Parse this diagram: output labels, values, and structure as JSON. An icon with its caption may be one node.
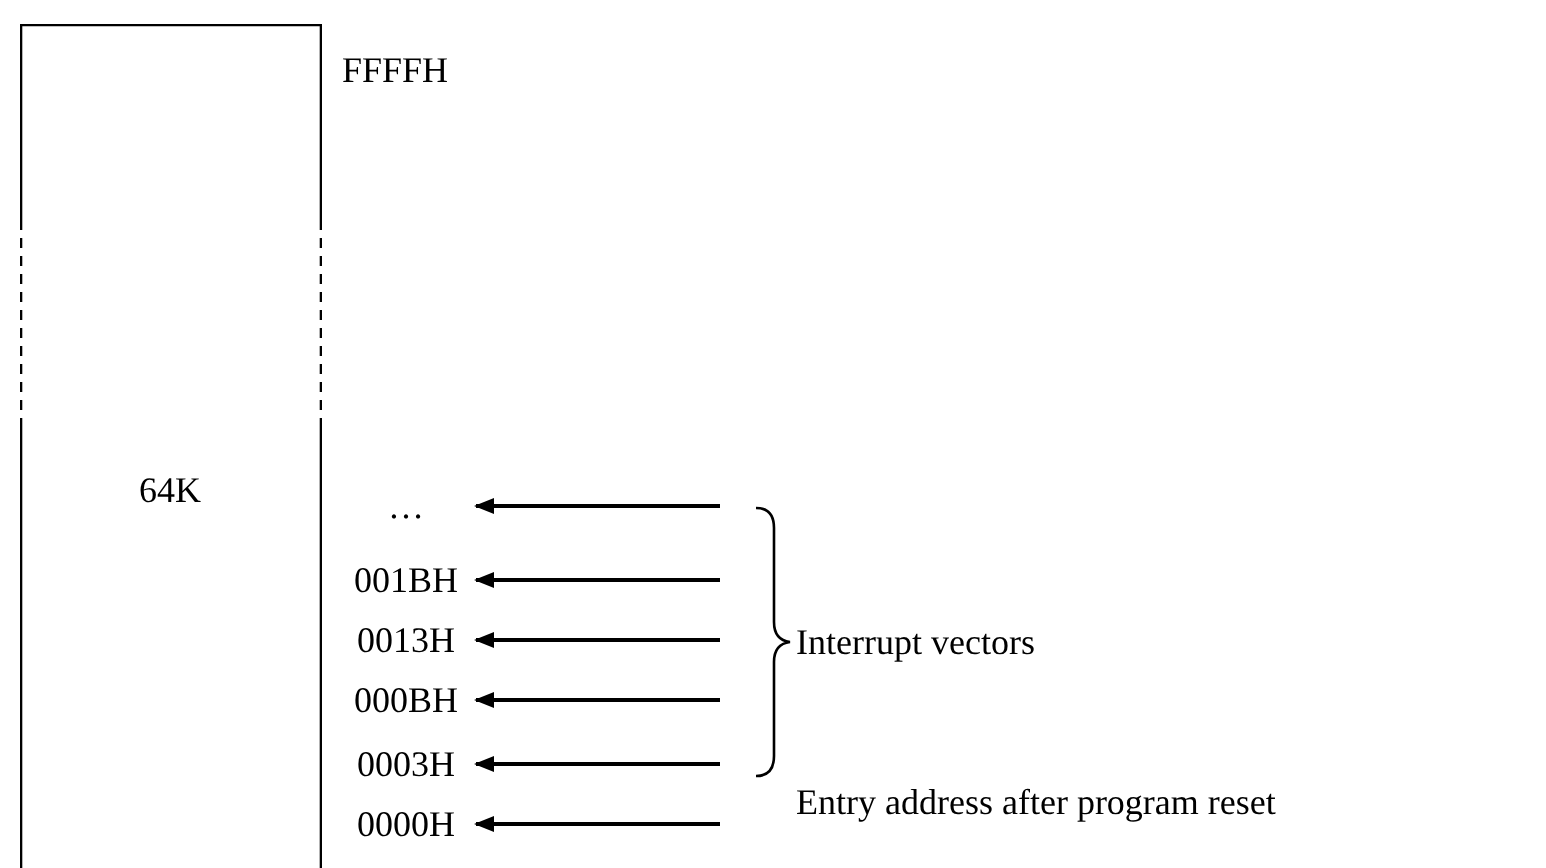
{
  "diagram": {
    "nodes": [
      {
        "text": [
          "64K"
        ]
      },
      {
        "text": [
          "…"
        ]
      },
      {
        "text": [
          "001BH"
        ]
      },
      {
        "text": [
          "0013H"
        ]
      },
      {
        "text": [
          "000BH"
        ]
      },
      {
        "text": [
          "0003H"
        ]
      },
      {
        "text": [
          "0000H"
        ]
      }
    ],
    "edges": [
      {
        "from": null,
        "to": 1,
        "arrow": "to"
      },
      {
        "from": null,
        "to": 2,
        "arrow": "to"
      },
      {
        "from": null,
        "to": 3,
        "arrow": "to"
      },
      {
        "from": null,
        "to": 4,
        "arrow": "to"
      },
      {
        "from": null,
        "to": 5,
        "arrow": "to"
      },
      {
        "from": null,
        "to": 6,
        "arrow": "to"
      }
    ],
    "labels": [
      "FFFFH",
      "Interrupt vectors",
      "Entry address after program reset"
    ]
  }
}
